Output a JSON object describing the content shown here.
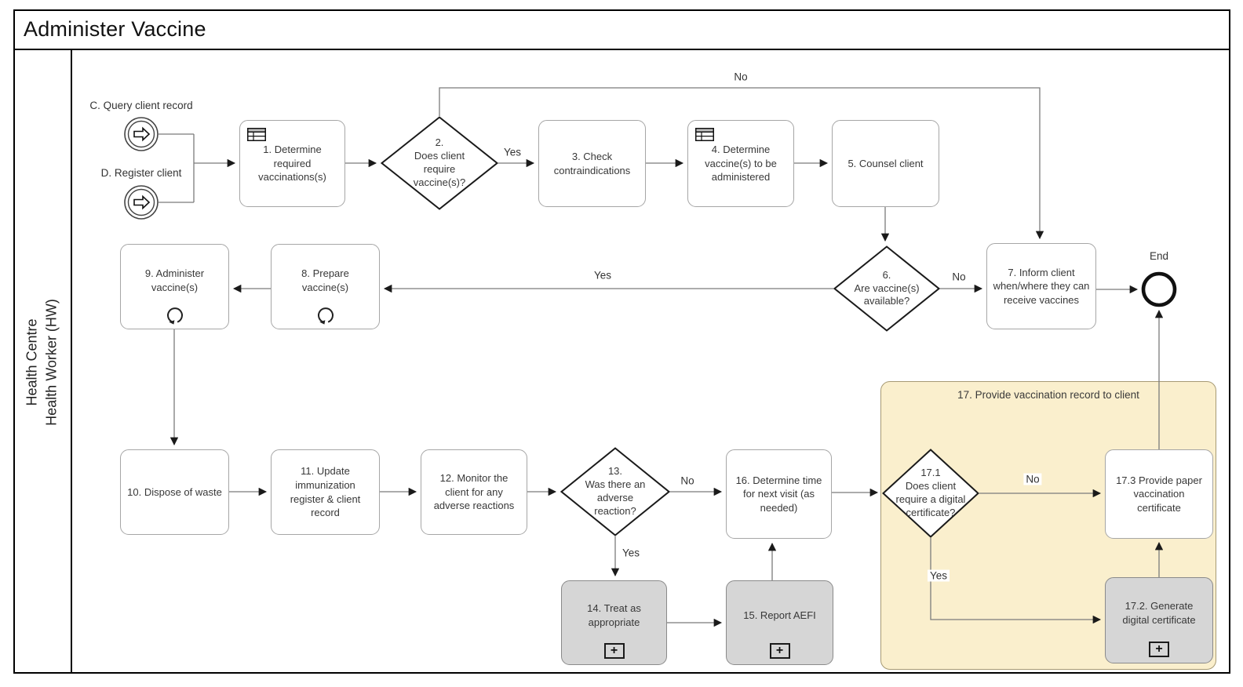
{
  "title": "Administer Vaccine",
  "pool": {
    "name": "Health Centre",
    "lane": "Health Worker (HW)"
  },
  "events": {
    "start_query": "C. Query client record",
    "start_register": "D. Register client",
    "end": "End"
  },
  "tasks": {
    "t1": "1. Determine required vaccinations(s)",
    "t3": "3. Check contraindications",
    "t4": "4. Determine vaccine(s) to be administered",
    "t5": "5. Counsel client",
    "t7": "7. Inform client when/where they can receive vaccines",
    "t8": "8. Prepare vaccine(s)",
    "t9": "9. Administer vaccine(s)",
    "t10": "10. Dispose of waste",
    "t11": "11. Update immunization register & client record",
    "t12": "12. Monitor the client for any adverse reactions",
    "t14": "14. Treat as appropriate",
    "t15": "15. Report AEFI",
    "t16": "16. Determine time for next visit (as needed)",
    "t17_2": "17.2. Generate digital certificate",
    "t17_3": "17.3 Provide paper vaccination certificate"
  },
  "gateways": {
    "g2": "2.\nDoes client\nrequire\nvaccine(s)?",
    "g6": "6.\nAre vaccine(s)\navailable?",
    "g13": "13.\nWas there an\nadverse\nreaction?",
    "g17_1": "17.1\nDoes client\nrequire a digital\ncertificate?"
  },
  "group17": {
    "label": "17. Provide vaccination record to client"
  },
  "edge_labels": {
    "gw2_yes": "Yes",
    "gw2_no": "No",
    "gw6_no": "No",
    "gw6_yes": "Yes",
    "gw13_no": "No",
    "gw13_yes": "Yes",
    "gw171_no": "No",
    "gw171_yes": "Yes"
  },
  "icons": {
    "start_event": "link-arrow-icon",
    "business_rule": "table-icon",
    "loop": "loop-icon",
    "subprocess": "plus-icon"
  },
  "colors": {
    "group_fill": "#FAEFCD",
    "group_border": "#A79A74",
    "subprocess_fill": "#D6D6D6",
    "task_border": "#A6A6A6",
    "connector": "#7B7B7B",
    "text": "#383838"
  }
}
